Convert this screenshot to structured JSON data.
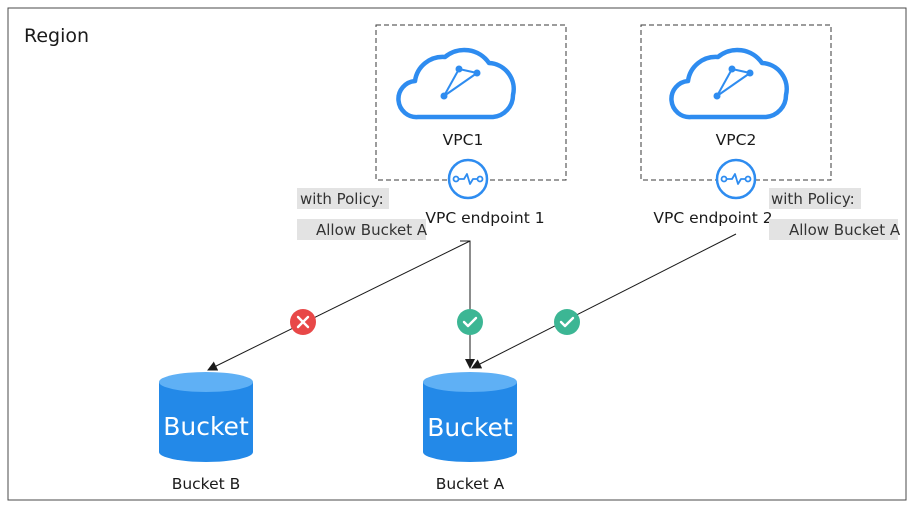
{
  "region": {
    "label": "Region"
  },
  "vpc1": {
    "label": "VPC1",
    "icon": "cloud-icon"
  },
  "vpc2": {
    "label": "VPC2",
    "icon": "cloud-icon"
  },
  "endpoint1": {
    "label": "VPC endpoint 1",
    "icon": "vpc-endpoint-icon",
    "policy_line1": "with Policy:",
    "policy_line2": "Allow Bucket A"
  },
  "endpoint2": {
    "label": "VPC endpoint 2",
    "icon": "vpc-endpoint-icon",
    "policy_line1": "with Policy:",
    "policy_line2": "Allow Bucket A"
  },
  "bucket_a": {
    "icon_text": "Bucket",
    "label": "Bucket A"
  },
  "bucket_b": {
    "icon_text": "Bucket",
    "label": "Bucket B"
  },
  "colors": {
    "accent_blue": "#2e8cf0",
    "bucket_blue": "#2389e8",
    "bucket_top": "#5fb0f5",
    "deny_red": "#e84848",
    "allow_green": "#3cb694",
    "policy_bg": "#e3e3e3",
    "line": "#1a1a1a"
  },
  "connections": [
    {
      "from": "VPC endpoint 1",
      "to": "Bucket B",
      "status": "deny",
      "icon": "deny-x-icon"
    },
    {
      "from": "VPC endpoint 1",
      "to": "Bucket A",
      "status": "allow",
      "icon": "allow-check-icon"
    },
    {
      "from": "VPC endpoint 2",
      "to": "Bucket A",
      "status": "allow",
      "icon": "allow-check-icon"
    }
  ]
}
